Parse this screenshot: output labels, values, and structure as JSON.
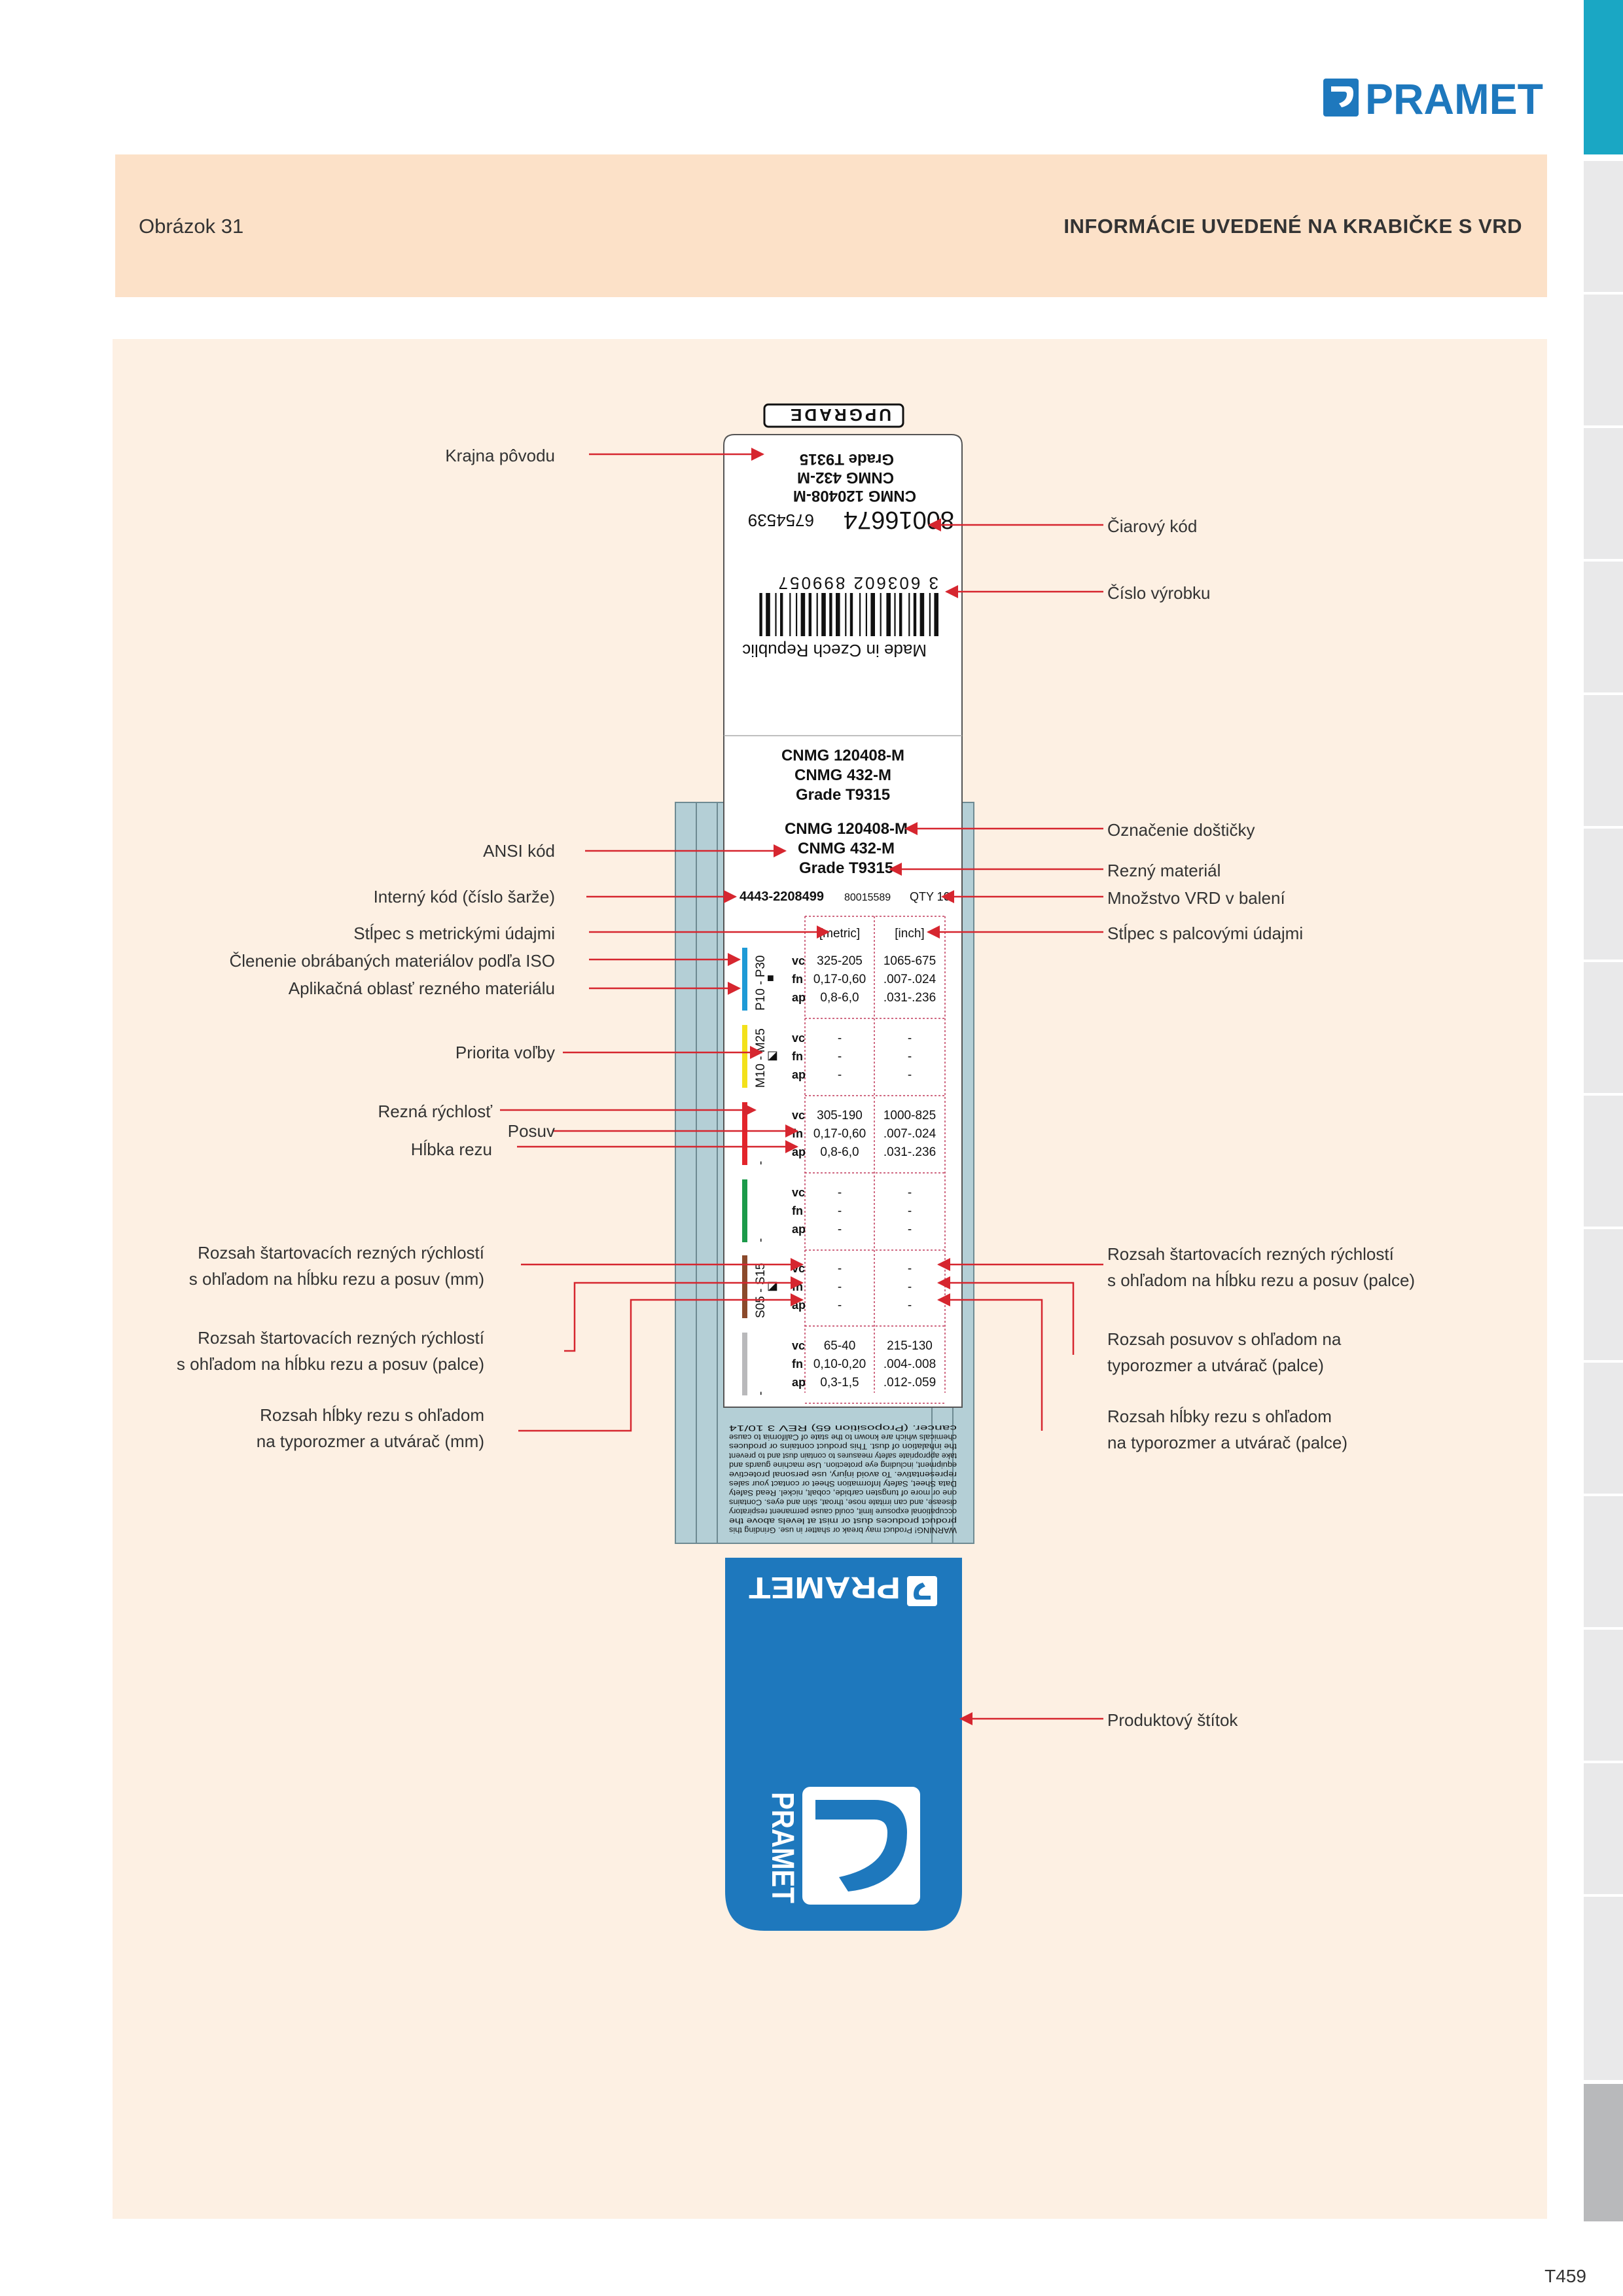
{
  "brand": {
    "name": "PRAMET"
  },
  "header": {
    "figure_label": "Obrázok 31",
    "title": "INFORMÁCIE UVEDENÉ NA KRABIČKE S VRD"
  },
  "page_number": "T459",
  "labels_left": {
    "origin_country": "Krajna pôvodu",
    "ansi_code": "ANSI kód",
    "internal_code": "Interný kód (číslo šarže)",
    "metric_column": "Stĺpec s metrickými údajmi",
    "iso_groups": "Členenie obrábaných materiálov podľa ISO",
    "application_area": "Aplikačná oblasť rezného materiálu",
    "priority": "Priorita voľby",
    "cutting_speed": "Rezná rýchlosť",
    "feed": "Posuv",
    "depth": "Hĺbka rezu",
    "start_range_mm_1": "Rozsah štartovacích rezných rýchlostí",
    "start_range_mm_2": "s ohľadom na hĺbku rezu a posuv (mm)",
    "start_range_in_1": "Rozsah štartovacích rezných rýchlostí",
    "start_range_in_2": "s ohľadom na hĺbku rezu a posuv (palce)",
    "depth_range_mm_1": "Rozsah hĺbky rezu s ohľadom",
    "depth_range_mm_2": "na typorozmer a utvárač (mm)"
  },
  "labels_right": {
    "barcode": "Čiarový kód",
    "product_number": "Číslo výrobku",
    "insert_designation": "Označenie doštičky",
    "cutting_material": "Rezný materiál",
    "quantity": "Množstvo VRD v balení",
    "inch_column": "Stĺpec s palcovými údajmi",
    "start_range_in_1": "Rozsah štartovacích rezných rýchlostí",
    "start_range_in_2": "s ohľadom na hĺbku rezu a posuv (palce)",
    "feed_range_1": "Rozsah posuvov s ohľadom na",
    "feed_range_2": "typorozmer a utvárač (palce)",
    "depth_range_in_1": "Rozsah hĺbky rezu s ohľadom",
    "depth_range_in_2": "na typorozmer a utvárač (palce)",
    "product_label": "Produktový štítok"
  },
  "label_card": {
    "made_in": "Made in Czech Republic",
    "barcode_digits": "3 603602 899057",
    "product_no": "80016674",
    "lot_no": "6754539",
    "upper_lines": [
      "CNMG 120408-M",
      "CNMG  432-M",
      "Grade  T9315"
    ],
    "upgrade_logo": "UPGRADE",
    "mid_lines": [
      "CNMG 120408-M",
      "CNMG  432-M",
      "Grade  T9315"
    ],
    "main_lines": [
      "CNMG 120408-M",
      "CNMG  432-M",
      "Grade  T9315"
    ],
    "internal_code": "4443-2208499",
    "product_small": "80015589",
    "qty": "QTY 10",
    "col_metric": "[metric]",
    "col_inch": "[inch]",
    "param_vc": "vc",
    "param_fn": "fn",
    "param_ap": "ap",
    "groups": [
      {
        "iso": "P10 - P30",
        "color": "#1e9ad6",
        "priority": "■",
        "metric": [
          "325-205",
          "0,17-0,60",
          "0,8-6,0"
        ],
        "inch": [
          "1065-675",
          ".007-.024",
          ".031-.236"
        ]
      },
      {
        "iso": "M10 - M25",
        "color": "#f3e11b",
        "priority": "◪",
        "metric": [
          "-",
          "-",
          "-"
        ],
        "inch": [
          "-",
          "-",
          "-"
        ]
      },
      {
        "iso": "-",
        "color": "#e3242b",
        "priority": "",
        "metric": [
          "305-190",
          "0,17-0,60",
          "0,8-6,0"
        ],
        "inch": [
          "1000-825",
          ".007-.024",
          ".031-.236"
        ]
      },
      {
        "iso": "-",
        "color": "#1c9a4a",
        "priority": "",
        "metric": [
          "-",
          "-",
          "-"
        ],
        "inch": [
          "-",
          "-",
          "-"
        ]
      },
      {
        "iso": "S05 - S15",
        "color": "#8b4a2b",
        "priority": "◪",
        "metric": [
          "-",
          "-",
          "-"
        ],
        "inch": [
          "-",
          "-",
          "-"
        ]
      },
      {
        "iso": "-",
        "color": "#b9b9bb",
        "priority": "",
        "metric": [
          "65-40",
          "0,10-0,20",
          "0,3-1,5"
        ],
        "inch": [
          "215-130",
          ".004-.008",
          ".012-.059"
        ]
      }
    ],
    "warning_lines": [
      "WARNING! Product may break or shatter in use. Grinding this",
      "product produces dust or mist at levels above the",
      "occupational exposure limit, could cause permanent respiratory",
      "disease, and can irritate nose, throat, skin and eyes. Contains",
      "one or more of tungsten carbide, cobalt, nickel. Read Safety",
      "Data Sheet, Safety Information Sheet or contact your sales",
      "representative. To avoid injury, use personal protective",
      "equipment, including eye protection. Use machine guards and",
      "take appropriate safety measures to contain dust and to prevent",
      "the inhalation of dust. This product contains or produces",
      "chemicals which are known to the state of California to cause",
      "cancer. (Proposition 65) REV 3 10/14"
    ],
    "brand_logo": "PRAMET"
  },
  "colors": {
    "accent_cyan": "#1aa7c4",
    "header_bg": "#fce1c8",
    "panel_bg": "#fdf0e3",
    "card_blue": "#1e78bd",
    "arrow_red": "#d6262f",
    "label_panel": "#b4cfd6"
  }
}
